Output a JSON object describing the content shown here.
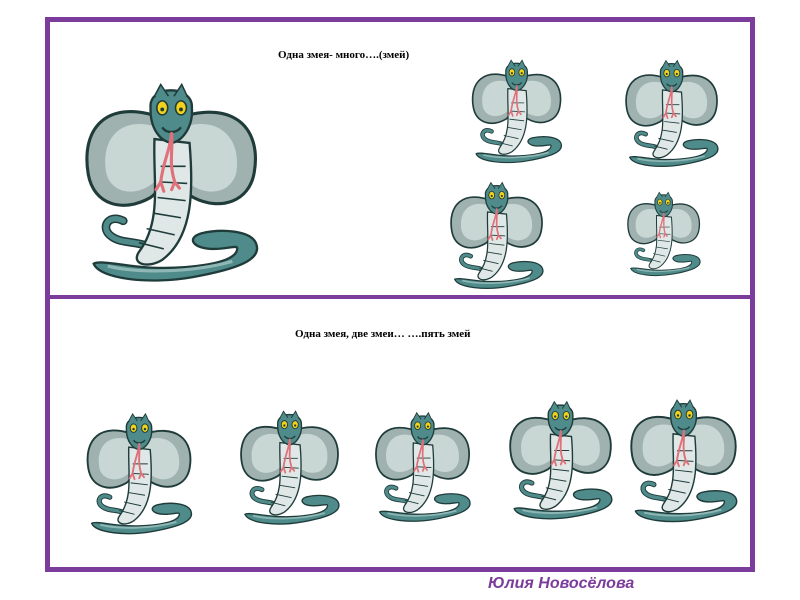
{
  "slide": {
    "top_caption": "Одна змея-  много….(змей)",
    "bottom_caption": "Одна змея, две змеи… ….пять змей",
    "author": "Юлия Новосёлова"
  },
  "colors": {
    "frame": "#7b3c9c",
    "hood": "#9fb2b0",
    "hood_inner": "#c8d6d4",
    "body": "#4f8b8a",
    "tongue": "#e0707a",
    "eye": "#f2d21b"
  },
  "icons": {
    "snake": "cobra-snake-icon"
  },
  "counts": {
    "top_section_snakes": 5,
    "bottom_section_snakes": 5
  }
}
